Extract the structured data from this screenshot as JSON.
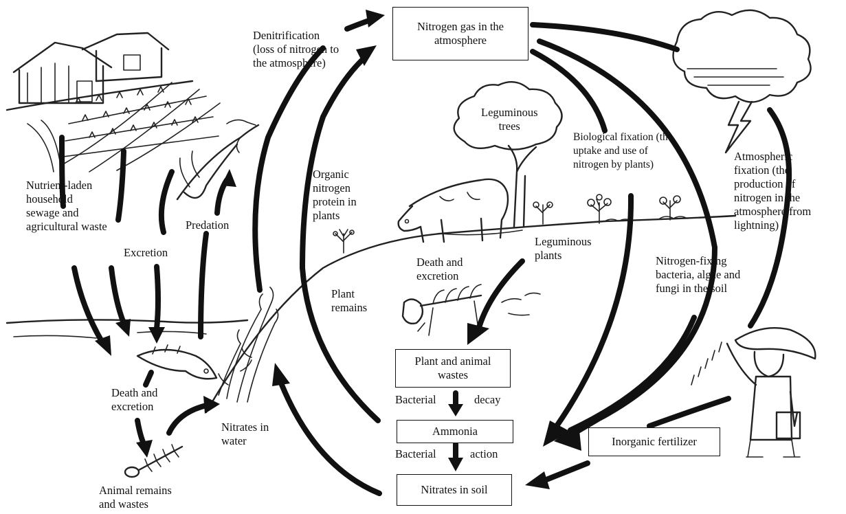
{
  "boxes": {
    "nitrogen_gas": "Nitrogen gas in the\natmosphere",
    "plant_animal_wastes": "Plant and animal\nwastes",
    "ammonia": "Ammonia",
    "nitrates_soil": "Nitrates in soil",
    "inorganic_fertilizer": "Inorganic fertilizer"
  },
  "labels": {
    "denitrification": "Denitrification\n(loss of nitrogen to\nthe atmosphere)",
    "leguminous_trees": "Leguminous\ntrees",
    "biological_fixation": "Biological fixation (the\nuptake and use of\nnitrogen by plants)",
    "atmospheric_fixation": "Atmospheric\nfixation (the\nproduction of\nnitrogen in the\natmosphere from\nlightning)",
    "organic_nitrogen": "Organic\nnitrogen\nprotein in\nplants",
    "nutrient_laden": "Nutrient-laden\nhousehold\nsewage and\nagricultural waste",
    "predation": "Predation",
    "excretion": "Excretion",
    "leguminous_plants": "Leguminous\nplants",
    "death_excretion_land": "Death and\nexcretion",
    "nitrogen_fixing": "Nitrogen-fixing\nbacteria, algae and\nfungi in the soil",
    "plant_remains": "Plant\nremains",
    "bacterial_decay_1": "Bacterial",
    "bacterial_decay_2": "decay",
    "bacterial_action_1": "Bacterial",
    "bacterial_action_2": "action",
    "death_excretion_water": "Death and\nexcretion",
    "nitrates_water": "Nitrates in\nwater",
    "animal_remains": "Animal remains\nand wastes"
  },
  "colors": {
    "ink": "#111111",
    "paper": "#ffffff"
  }
}
